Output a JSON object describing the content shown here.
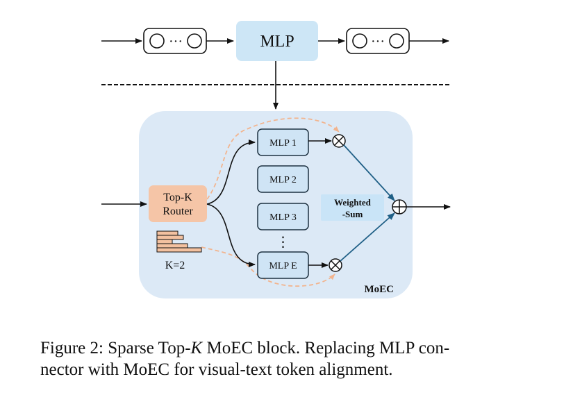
{
  "top_row": {
    "mlp_label": "MLP",
    "token_ellipsis": "···"
  },
  "moec": {
    "label": "MoEC",
    "router_line1": "Top-K",
    "router_line2": "Router",
    "k_label": "K=2",
    "experts": [
      "MLP 1",
      "MLP 2",
      "MLP 3",
      "MLP E"
    ],
    "vertical_ellipsis": "⋮",
    "weighted_line1": "Weighted",
    "weighted_line2": "-Sum"
  },
  "caption": {
    "line1_prefix": "Figure 2: Sparse Top-",
    "line1_k": "K",
    "line1_suffix": " MoEC block. Replacing MLP con-",
    "line2": "nector with MoEC for visual-text token alignment."
  },
  "colors": {
    "container_fill": "#dce9f6",
    "mlp_box_fill": "#cde6f6",
    "expert_fill": "#cfe4f5",
    "expert_stroke": "#1d3140",
    "router_fill": "#f5c5a7",
    "weighted_fill": "#c9e4f7",
    "arrow_blue": "#1f5f86",
    "dashed_orange": "#f2b48e",
    "bars_fill": "#f3c1a0"
  }
}
